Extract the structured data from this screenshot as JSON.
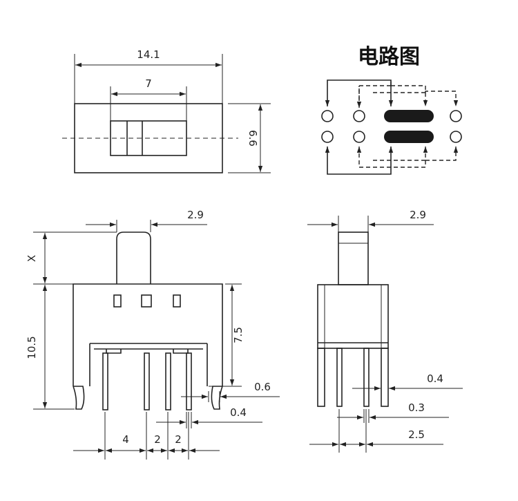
{
  "schematic": {
    "title": "电路图"
  },
  "top_view": {
    "width": "14.1",
    "slider_width": "7",
    "height": "6.6"
  },
  "front_view": {
    "actuator_width": "2.9",
    "actuator_height": "X",
    "total_height": "10.5",
    "body_height": "7.5",
    "pin_offset": "0.6",
    "pin_thickness": "0.4",
    "pitch_outer": "4",
    "pitch_a": "2",
    "pitch_b": "2"
  },
  "side_view": {
    "actuator_width": "2.9",
    "pin_width": "0.4",
    "pin_thickness": "0.3",
    "pin_spacing": "2.5"
  }
}
